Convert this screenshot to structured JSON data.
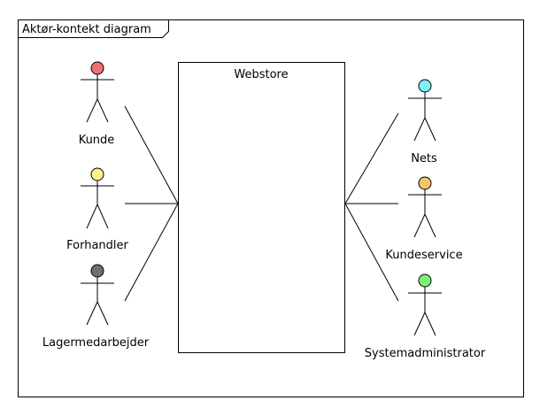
{
  "frame": {
    "title": "Aktør-kontekt diagram"
  },
  "system": {
    "label": "Webstore"
  },
  "actors": [
    {
      "id": "kunde",
      "label": "Kunde",
      "head_color": "#f07070"
    },
    {
      "id": "forhandler",
      "label": "Forhandler",
      "head_color": "#fbf38a"
    },
    {
      "id": "lagermedarbejder",
      "label": "Lagermedarbejder",
      "head_color": "#707070"
    },
    {
      "id": "nets",
      "label": "Nets",
      "head_color": "#7ff0f5"
    },
    {
      "id": "kundeservice",
      "label": "Kundeservice",
      "head_color": "#f5c46a"
    },
    {
      "id": "systemadministrator",
      "label": "Systemadministrator",
      "head_color": "#7cf07a"
    }
  ],
  "associations": [
    {
      "actor": "kunde",
      "target": "system"
    },
    {
      "actor": "forhandler",
      "target": "system"
    },
    {
      "actor": "lagermedarbejder",
      "target": "system"
    },
    {
      "actor": "nets",
      "target": "system"
    },
    {
      "actor": "kundeservice",
      "target": "system"
    },
    {
      "actor": "systemadministrator",
      "target": "system"
    }
  ]
}
